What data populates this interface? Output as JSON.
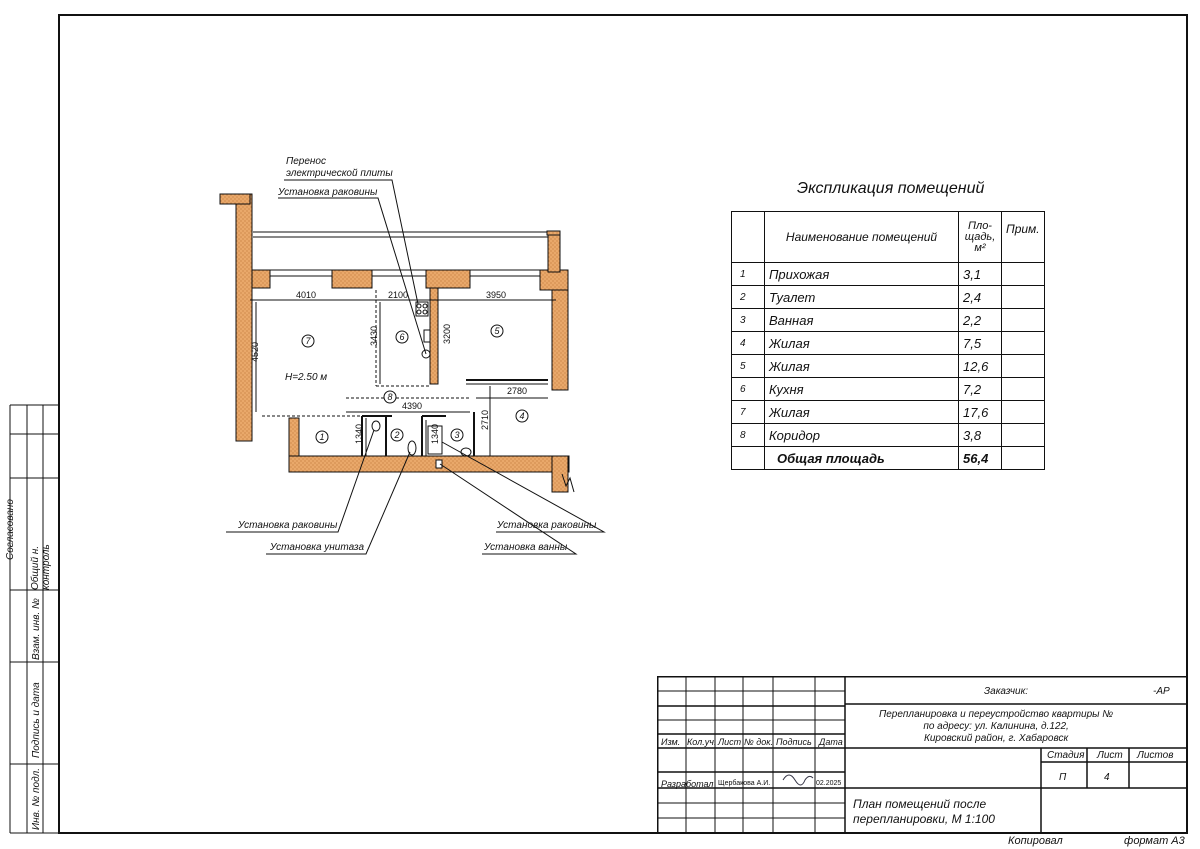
{
  "callouts": {
    "stove": "Перенос\nэлектрической плиты",
    "sink_top": "Установка раковины",
    "sink_left": "Установка раковины",
    "toilet": "Установка унитаза",
    "sink_right": "Установка раковины",
    "bath": "Установка ванны"
  },
  "plan": {
    "dims": {
      "d4010": "4010",
      "d2100": "2100",
      "d3950": "3950",
      "d4520": "4520",
      "d3430": "3430",
      "d3200": "3200",
      "d2780": "2780",
      "d4390": "4390",
      "d2710": "2710",
      "d1340a": "1340",
      "d1340b": "1340"
    },
    "height": "H=2.50 м",
    "rooms": [
      "1",
      "2",
      "3",
      "4",
      "5",
      "6",
      "7",
      "8"
    ]
  },
  "explication": {
    "title": "Экспликация помещений",
    "headers": {
      "name": "Наименование помещений",
      "area": "Пло-\nщадь,\nм²",
      "note": "Прим."
    },
    "rows": [
      {
        "n": "1",
        "name": "Прихожая",
        "area": "3,1"
      },
      {
        "n": "2",
        "name": "Туалет",
        "area": "2,4"
      },
      {
        "n": "3",
        "name": "Ванная",
        "area": "2,2"
      },
      {
        "n": "4",
        "name": "Жилая",
        "area": "7,5"
      },
      {
        "n": "5",
        "name": "Жилая",
        "area": "12,6"
      },
      {
        "n": "6",
        "name": "Кухня",
        "area": "7,2"
      },
      {
        "n": "7",
        "name": "Жилая",
        "area": "17,6"
      },
      {
        "n": "8",
        "name": "Коридор",
        "area": "3,8"
      }
    ],
    "total_label": "Общая площадь",
    "total_value": "56,4"
  },
  "stamp": {
    "customer": "Заказчик:",
    "code": "-АР",
    "project": "Перепланировка и переустройство квартиры №\nпо адресу: ул. Калинина, д.122,\nКировский район, г. Хабаровск",
    "cols": {
      "izm": "Изм.",
      "kol": "Кол.уч.",
      "list": "Лист",
      "ndoc": "№ док.",
      "sign": "Подпись",
      "date": "Дата"
    },
    "stage_h": "Стадия",
    "sheet_h": "Лист",
    "sheets_h": "Листов",
    "stage": "П",
    "sheet": "4",
    "dev_label": "Разработал",
    "dev_name": "Щербакова А.И.",
    "dev_date": "02.2025",
    "drawing": "План помещений после\nперепланировки, М 1:100"
  },
  "margin": {
    "agreed": "Согласовано",
    "control": "Общий н.\nконтроль",
    "inv_v": "Взам. инв. №",
    "sign_date": "Подпись и дата",
    "inv_n": "Инв. № подл."
  },
  "footer": {
    "copied": "Копировал",
    "format": "формат  А3"
  }
}
